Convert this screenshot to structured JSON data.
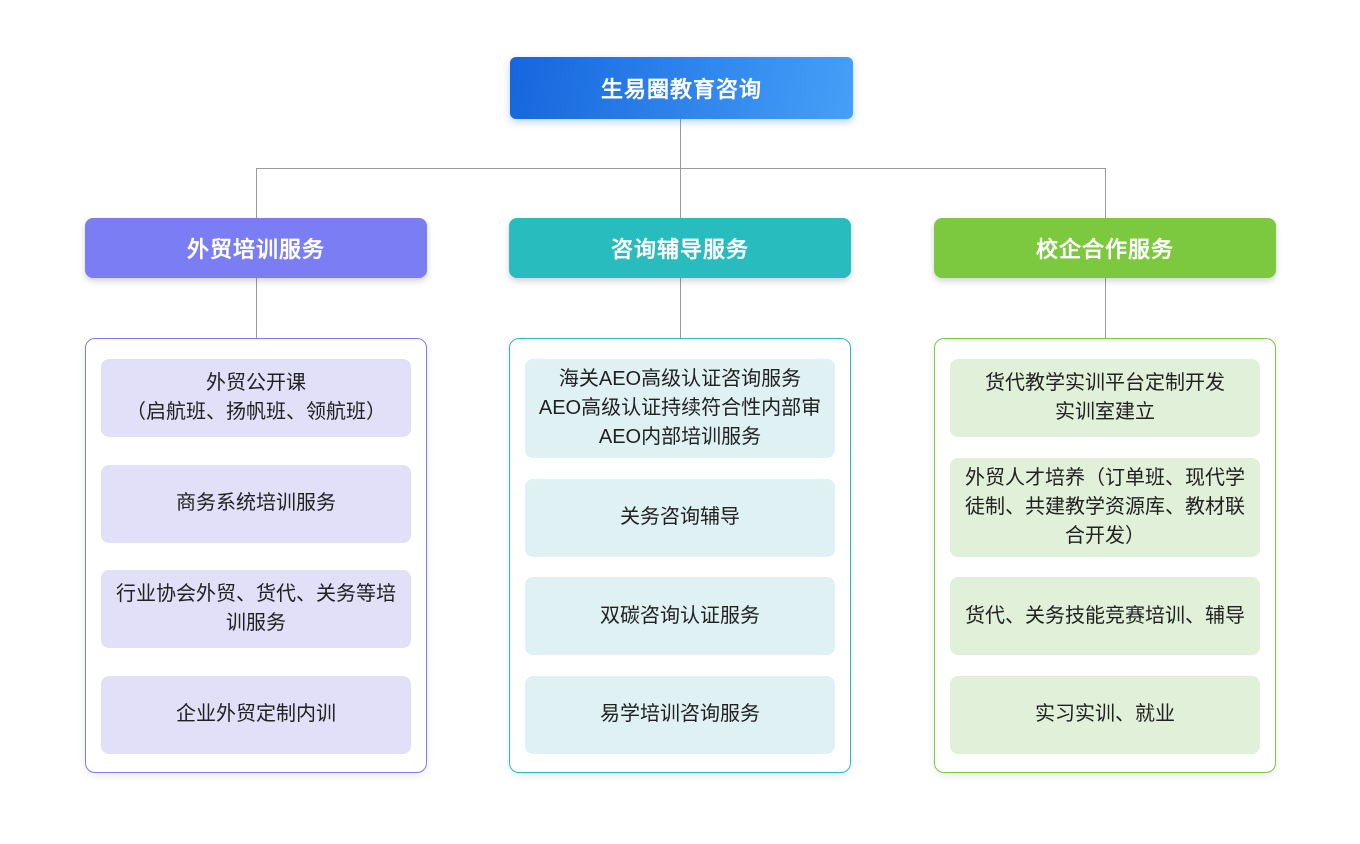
{
  "root": {
    "label": "生易圈教育咨询",
    "gradient_from": "#1666dd",
    "gradient_to": "#45a0f8"
  },
  "connector_color": "#9b9b9b",
  "branches": [
    {
      "label": "外贸培训服务",
      "accent": "#7a7df3",
      "item_bg": "#e2e0f8",
      "items": [
        "外贸公开课\n（启航班、扬帆班、领航班）",
        "商务系统培训服务",
        "行业协会外贸、货代、关务等培训服务",
        "企业外贸定制内训"
      ]
    },
    {
      "label": "咨询辅导服务",
      "accent": "#29bcbe",
      "item_bg": "#dff1f3",
      "items": [
        "海关AEO高级认证咨询服务\nAEO高级认证持续符合性内部审\nAEO内部培训服务",
        "关务咨询辅导",
        "双碳咨询认证服务",
        "易学培训咨询服务"
      ]
    },
    {
      "label": "校企合作服务",
      "accent": "#7cc93f",
      "item_bg": "#e0f0d9",
      "items": [
        "货代教学实训平台定制开发\n实训室建立",
        "外贸人才培养（订单班、现代学徒制、共建教学资源库、教材联合开发）",
        "货代、关务技能竞赛培训、辅导",
        "实习实训、就业"
      ]
    }
  ]
}
